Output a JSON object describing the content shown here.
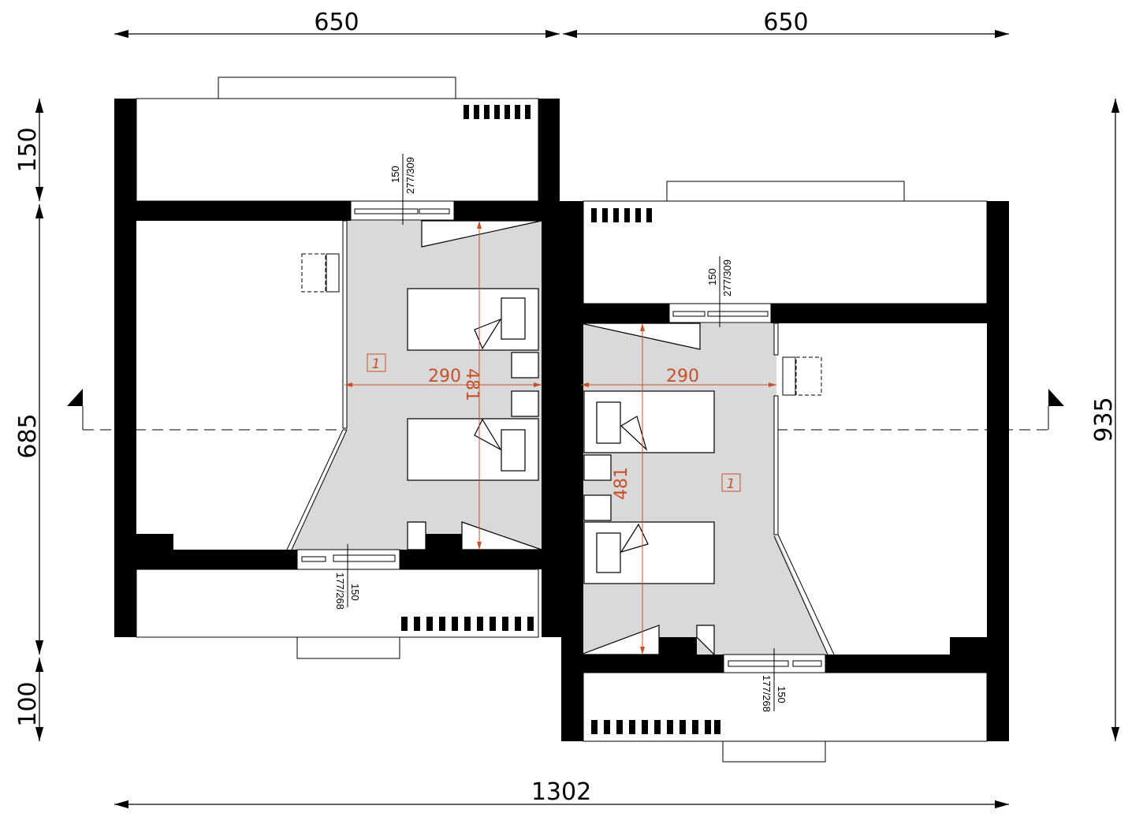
{
  "dimensions": {
    "top_left_width": "650",
    "top_right_width": "650",
    "total_width": "1302",
    "left_top_height": "150",
    "left_middle_height": "685",
    "left_bottom_height": "100",
    "right_total_height": "935"
  },
  "units": [
    {
      "room_number": "1",
      "room_width": "290",
      "room_length": "481",
      "top_window": {
        "height": "150",
        "size": "277/309"
      },
      "bottom_window": {
        "height": "150",
        "size": "177/268"
      }
    },
    {
      "room_number": "1",
      "room_width": "290",
      "room_length": "481",
      "top_window": {
        "height": "150",
        "size": "277/309"
      },
      "bottom_window": {
        "height": "150",
        "size": "177/268"
      }
    }
  ],
  "colors": {
    "wall": "#000000",
    "room_fill": "#d9d9d9",
    "annotation": "#c8502a"
  }
}
